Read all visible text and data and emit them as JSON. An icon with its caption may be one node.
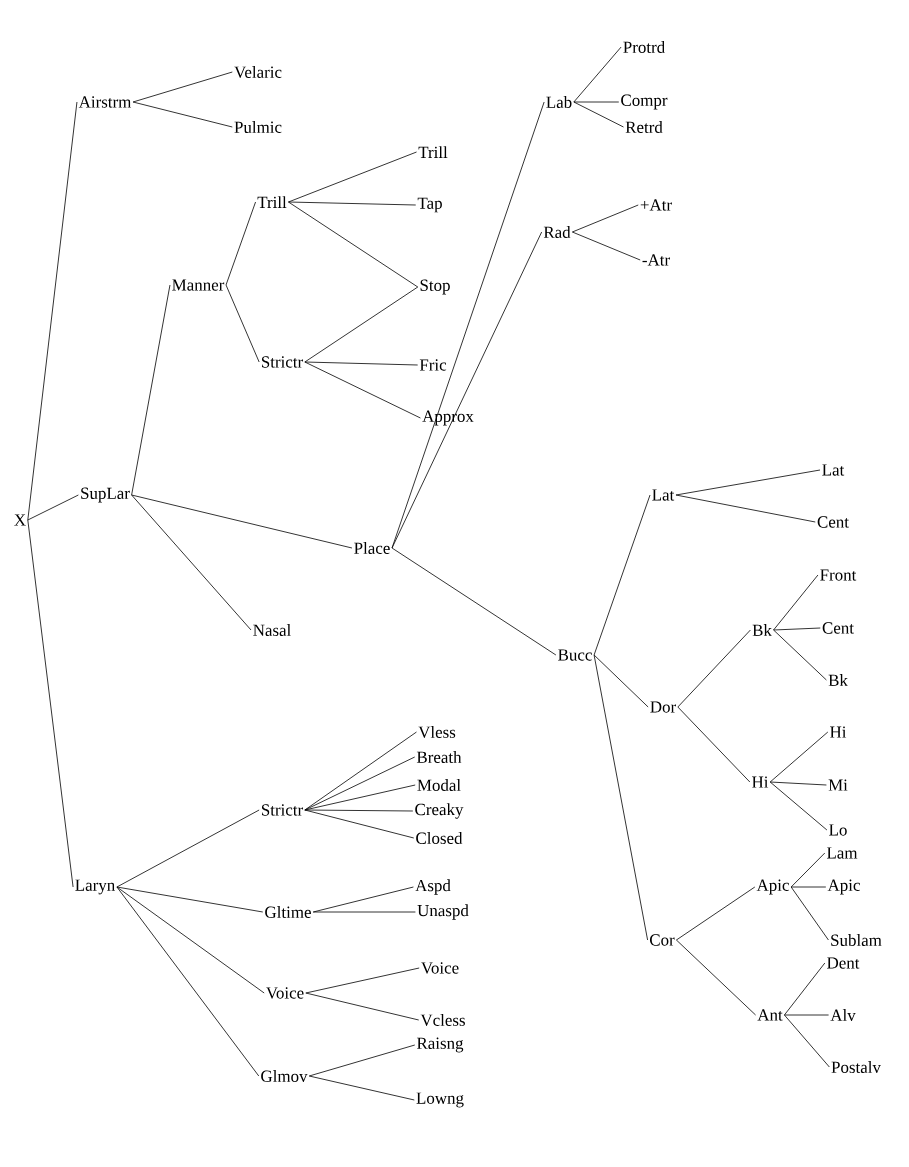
{
  "diagram": {
    "nodes": [
      {
        "text": [
          "X"
        ]
      },
      {
        "text": [
          "Airstrm"
        ]
      },
      {
        "text": [
          "Velaric"
        ]
      },
      {
        "text": [
          "Pulmic"
        ]
      },
      {
        "text": [
          "SupLar"
        ]
      },
      {
        "text": [
          "Manner"
        ]
      },
      {
        "text": [
          "Trill"
        ]
      },
      {
        "text": [
          "Trill"
        ]
      },
      {
        "text": [
          "Tap"
        ]
      },
      {
        "text": [
          "Stop"
        ]
      },
      {
        "text": [
          "Strictr"
        ]
      },
      {
        "text": [
          "Fric"
        ]
      },
      {
        "text": [
          "Approx"
        ]
      },
      {
        "text": [
          "Nasal"
        ]
      },
      {
        "text": [
          "Place"
        ]
      },
      {
        "text": [
          "Lab"
        ]
      },
      {
        "text": [
          "Protrd"
        ]
      },
      {
        "text": [
          "Compr"
        ]
      },
      {
        "text": [
          "Retrd"
        ]
      },
      {
        "text": [
          "Rad"
        ]
      },
      {
        "text": [
          "+Atr"
        ]
      },
      {
        "text": [
          "-Atr"
        ]
      },
      {
        "text": [
          "Bucc"
        ]
      },
      {
        "text": [
          "Lat"
        ]
      },
      {
        "text": [
          "Lat"
        ]
      },
      {
        "text": [
          "Cent"
        ]
      },
      {
        "text": [
          "Dor"
        ]
      },
      {
        "text": [
          "Bk"
        ]
      },
      {
        "text": [
          "Front"
        ]
      },
      {
        "text": [
          "Cent"
        ]
      },
      {
        "text": [
          "Bk"
        ]
      },
      {
        "text": [
          "Hi"
        ]
      },
      {
        "text": [
          "Hi"
        ]
      },
      {
        "text": [
          "Mi"
        ]
      },
      {
        "text": [
          "Lo"
        ]
      },
      {
        "text": [
          "Cor"
        ]
      },
      {
        "text": [
          "Apic"
        ]
      },
      {
        "text": [
          "Lam"
        ]
      },
      {
        "text": [
          "Apic"
        ]
      },
      {
        "text": [
          "Sublam"
        ]
      },
      {
        "text": [
          "Ant"
        ]
      },
      {
        "text": [
          "Dent"
        ]
      },
      {
        "text": [
          "Alv"
        ]
      },
      {
        "text": [
          "Postalv"
        ]
      },
      {
        "text": [
          "Laryn"
        ]
      },
      {
        "text": [
          "Strictr"
        ]
      },
      {
        "text": [
          "Vless"
        ]
      },
      {
        "text": [
          "Breath"
        ]
      },
      {
        "text": [
          "Modal"
        ]
      },
      {
        "text": [
          "Creaky"
        ]
      },
      {
        "text": [
          "Closed"
        ]
      },
      {
        "text": [
          "Gltime"
        ]
      },
      {
        "text": [
          "Aspd"
        ]
      },
      {
        "text": [
          "Unaspd"
        ]
      },
      {
        "text": [
          "Voice"
        ]
      },
      {
        "text": [
          "Voice"
        ]
      },
      {
        "text": [
          "Vcless"
        ]
      },
      {
        "text": [
          "Glmov"
        ]
      },
      {
        "text": [
          "Raisng"
        ]
      },
      {
        "text": [
          "Lowng"
        ]
      }
    ],
    "edges": [
      {
        "from": 0,
        "to": 1,
        "arrow": "none"
      },
      {
        "from": 0,
        "to": 4,
        "arrow": "none"
      },
      {
        "from": 0,
        "to": 44,
        "arrow": "none"
      },
      {
        "from": 1,
        "to": 2,
        "arrow": "none"
      },
      {
        "from": 1,
        "to": 3,
        "arrow": "none"
      },
      {
        "from": 4,
        "to": 5,
        "arrow": "none"
      },
      {
        "from": 4,
        "to": 14,
        "arrow": "none"
      },
      {
        "from": 4,
        "to": 13,
        "arrow": "none"
      },
      {
        "from": 5,
        "to": 6,
        "arrow": "none"
      },
      {
        "from": 5,
        "to": 10,
        "arrow": "none"
      },
      {
        "from": 6,
        "to": 7,
        "arrow": "none"
      },
      {
        "from": 6,
        "to": 8,
        "arrow": "none"
      },
      {
        "from": 6,
        "to": 9,
        "arrow": "none"
      },
      {
        "from": 10,
        "to": 9,
        "arrow": "none"
      },
      {
        "from": 10,
        "to": 11,
        "arrow": "none"
      },
      {
        "from": 10,
        "to": 12,
        "arrow": "none"
      },
      {
        "from": 14,
        "to": 15,
        "arrow": "none"
      },
      {
        "from": 14,
        "to": 19,
        "arrow": "none"
      },
      {
        "from": 14,
        "to": 22,
        "arrow": "none"
      },
      {
        "from": 15,
        "to": 16,
        "arrow": "none"
      },
      {
        "from": 15,
        "to": 17,
        "arrow": "none"
      },
      {
        "from": 15,
        "to": 18,
        "arrow": "none"
      },
      {
        "from": 19,
        "to": 20,
        "arrow": "none"
      },
      {
        "from": 19,
        "to": 21,
        "arrow": "none"
      },
      {
        "from": 22,
        "to": 23,
        "arrow": "none"
      },
      {
        "from": 22,
        "to": 26,
        "arrow": "none"
      },
      {
        "from": 22,
        "to": 35,
        "arrow": "none"
      },
      {
        "from": 23,
        "to": 24,
        "arrow": "none"
      },
      {
        "from": 23,
        "to": 25,
        "arrow": "none"
      },
      {
        "from": 26,
        "to": 27,
        "arrow": "none"
      },
      {
        "from": 26,
        "to": 31,
        "arrow": "none"
      },
      {
        "from": 27,
        "to": 28,
        "arrow": "none"
      },
      {
        "from": 27,
        "to": 29,
        "arrow": "none"
      },
      {
        "from": 27,
        "to": 30,
        "arrow": "none"
      },
      {
        "from": 31,
        "to": 32,
        "arrow": "none"
      },
      {
        "from": 31,
        "to": 33,
        "arrow": "none"
      },
      {
        "from": 31,
        "to": 34,
        "arrow": "none"
      },
      {
        "from": 35,
        "to": 36,
        "arrow": "none"
      },
      {
        "from": 35,
        "to": 40,
        "arrow": "none"
      },
      {
        "from": 36,
        "to": 37,
        "arrow": "none"
      },
      {
        "from": 36,
        "to": 38,
        "arrow": "none"
      },
      {
        "from": 36,
        "to": 39,
        "arrow": "none"
      },
      {
        "from": 40,
        "to": 41,
        "arrow": "none"
      },
      {
        "from": 40,
        "to": 42,
        "arrow": "none"
      },
      {
        "from": 40,
        "to": 43,
        "arrow": "none"
      },
      {
        "from": 44,
        "to": 45,
        "arrow": "none"
      },
      {
        "from": 44,
        "to": 51,
        "arrow": "none"
      },
      {
        "from": 44,
        "to": 54,
        "arrow": "none"
      },
      {
        "from": 44,
        "to": 57,
        "arrow": "none"
      },
      {
        "from": 45,
        "to": 46,
        "arrow": "none"
      },
      {
        "from": 45,
        "to": 47,
        "arrow": "none"
      },
      {
        "from": 45,
        "to": 48,
        "arrow": "none"
      },
      {
        "from": 45,
        "to": 49,
        "arrow": "none"
      },
      {
        "from": 45,
        "to": 50,
        "arrow": "none"
      },
      {
        "from": 51,
        "to": 52,
        "arrow": "none"
      },
      {
        "from": 51,
        "to": 53,
        "arrow": "none"
      },
      {
        "from": 54,
        "to": 55,
        "arrow": "none"
      },
      {
        "from": 54,
        "to": 56,
        "arrow": "none"
      },
      {
        "from": 57,
        "to": 58,
        "arrow": "none"
      },
      {
        "from": 57,
        "to": 59,
        "arrow": "none"
      }
    ]
  }
}
